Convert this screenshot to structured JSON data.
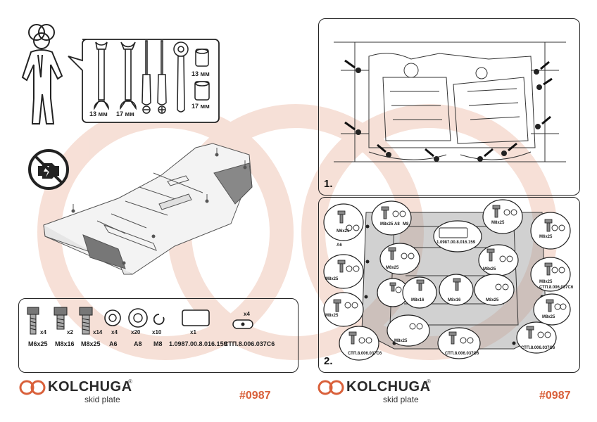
{
  "tools": {
    "wrench_1": "13 мм",
    "wrench_2": "17 мм",
    "socket_1": "13 мм",
    "socket_2": "17 мм"
  },
  "hardware": [
    {
      "qty": "x4",
      "name": "M6x25"
    },
    {
      "qty": "x2",
      "name": "M8x16"
    },
    {
      "qty": "x14",
      "name": "M8x25"
    },
    {
      "qty": "x4",
      "name": "A6"
    },
    {
      "qty": "x20",
      "name": "A8"
    },
    {
      "qty": "x10",
      "name": "M8"
    },
    {
      "qty": "x1",
      "name": "1.0987.00.8.016.159"
    },
    {
      "qty": "x4",
      "name": "СТП.8.006.037С6"
    }
  ],
  "steps": {
    "step1": "1.",
    "step2": "2."
  },
  "bubbles": {
    "m6x25": "M6x25",
    "m8x25": "M8x25",
    "m8x16": "M8x16",
    "a6": "A6",
    "a8": "A8",
    "m8": "M8",
    "part_plate": "1.0987.00.8.016.159",
    "part_clip": "СТП.8.006.037С6"
  },
  "brand": {
    "name": "KOLCHUGA",
    "reg": "®",
    "tagline": "skid plate",
    "code": "#0987"
  },
  "colors": {
    "accent": "#d9603a",
    "watermark": "#f4d6ca",
    "line": "#222222"
  }
}
